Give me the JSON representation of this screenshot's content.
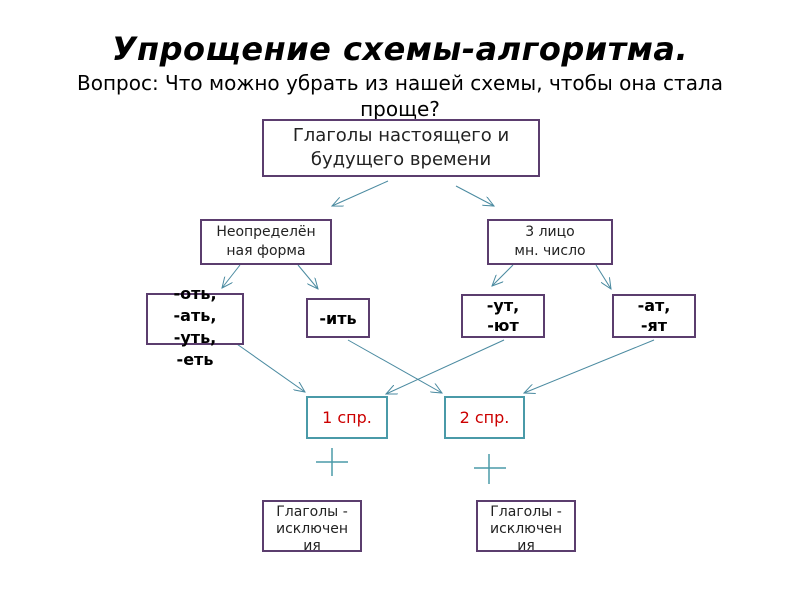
{
  "title": "Упрощение схемы-алгоритма.",
  "subtitle": "Вопрос: Что можно убрать из нашей схемы, чтобы она стала проще?",
  "nodes": {
    "root": {
      "line1": "Глаголы настоящего и",
      "line2": "будущего времени"
    },
    "infinitive": {
      "line1": "Неопределён",
      "line2": "ная форма"
    },
    "third_person": {
      "line1": "3 лицо",
      "line2": "мн. число"
    },
    "endings_ot": {
      "line1": "-оть,",
      "line2": "-ать,",
      "line3": "-уть,",
      "line4": "-еть"
    },
    "endings_it": {
      "line1": "-ить"
    },
    "endings_ut": {
      "line1": "-ут,",
      "line2": "-ют"
    },
    "endings_at": {
      "line1": "-ат,",
      "line2": "-ят"
    },
    "conj1": {
      "line1": "1 спр."
    },
    "conj2": {
      "line1": "2 спр."
    },
    "exceptions1": {
      "line1": "Глаголы -",
      "line2": "исключен",
      "line3": "ия"
    },
    "exceptions2": {
      "line1": "Глаголы -",
      "line2": "исключен",
      "line3": "ия"
    }
  },
  "colors": {
    "box_border": "#5b3d6e",
    "conj_border": "#4a9aa8",
    "conj_text": "#cc0000",
    "arrow": "#4a8aa0"
  }
}
